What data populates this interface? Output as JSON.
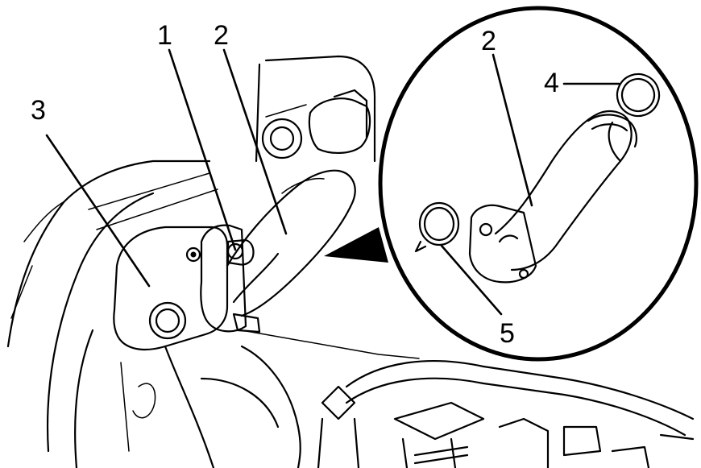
{
  "callouts": [
    {
      "id": "1",
      "text": "1"
    },
    {
      "id": "2-main",
      "text": "2"
    },
    {
      "id": "3",
      "text": "3"
    },
    {
      "id": "2-detail",
      "text": "2"
    },
    {
      "id": "4",
      "text": "4"
    },
    {
      "id": "5",
      "text": "5"
    }
  ]
}
